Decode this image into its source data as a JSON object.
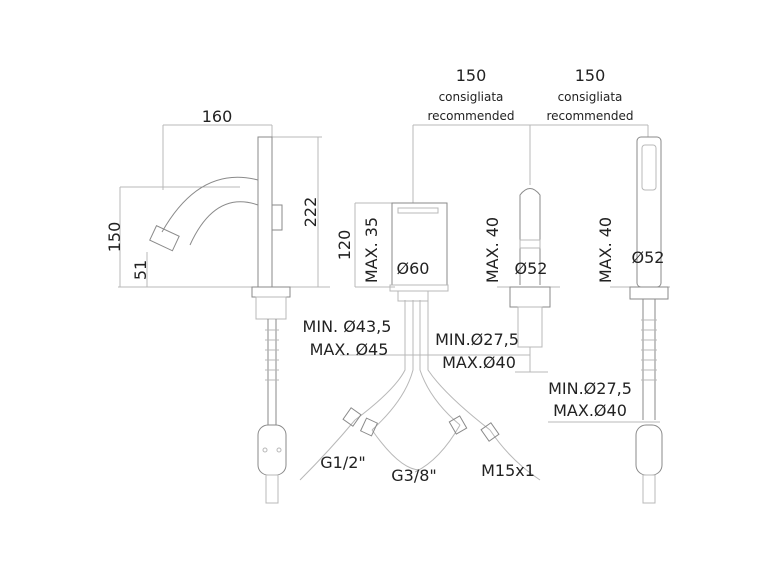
{
  "drawing": {
    "bidet_mixer": {
      "width": "160",
      "height_total": "222",
      "spout_height": "150",
      "spout_outlet": "51"
    },
    "control_unit": {
      "height": "120",
      "max_thickness": "MAX. 35",
      "diameter": "Ø60",
      "hole": [
        "MIN. Ø43,5",
        "MAX. Ø45"
      ]
    },
    "spacing_1": {
      "value": "150",
      "note_it": "consigliata",
      "note_en": "recommended"
    },
    "spacing_2": {
      "value": "150",
      "note_it": "consigliata",
      "note_en": "recommended"
    },
    "spout": {
      "max_thickness": "MAX. 40",
      "diameter": "Ø52",
      "hole": [
        "MIN.Ø27,5",
        "MAX.Ø40"
      ]
    },
    "hand_shower": {
      "max_thickness": "MAX. 40",
      "diameter": "Ø52",
      "hole": [
        "MIN.Ø27,5",
        "MAX.Ø40"
      ]
    },
    "connections": [
      "G1/2\"",
      "G3/8\"",
      "M15x1"
    ]
  }
}
